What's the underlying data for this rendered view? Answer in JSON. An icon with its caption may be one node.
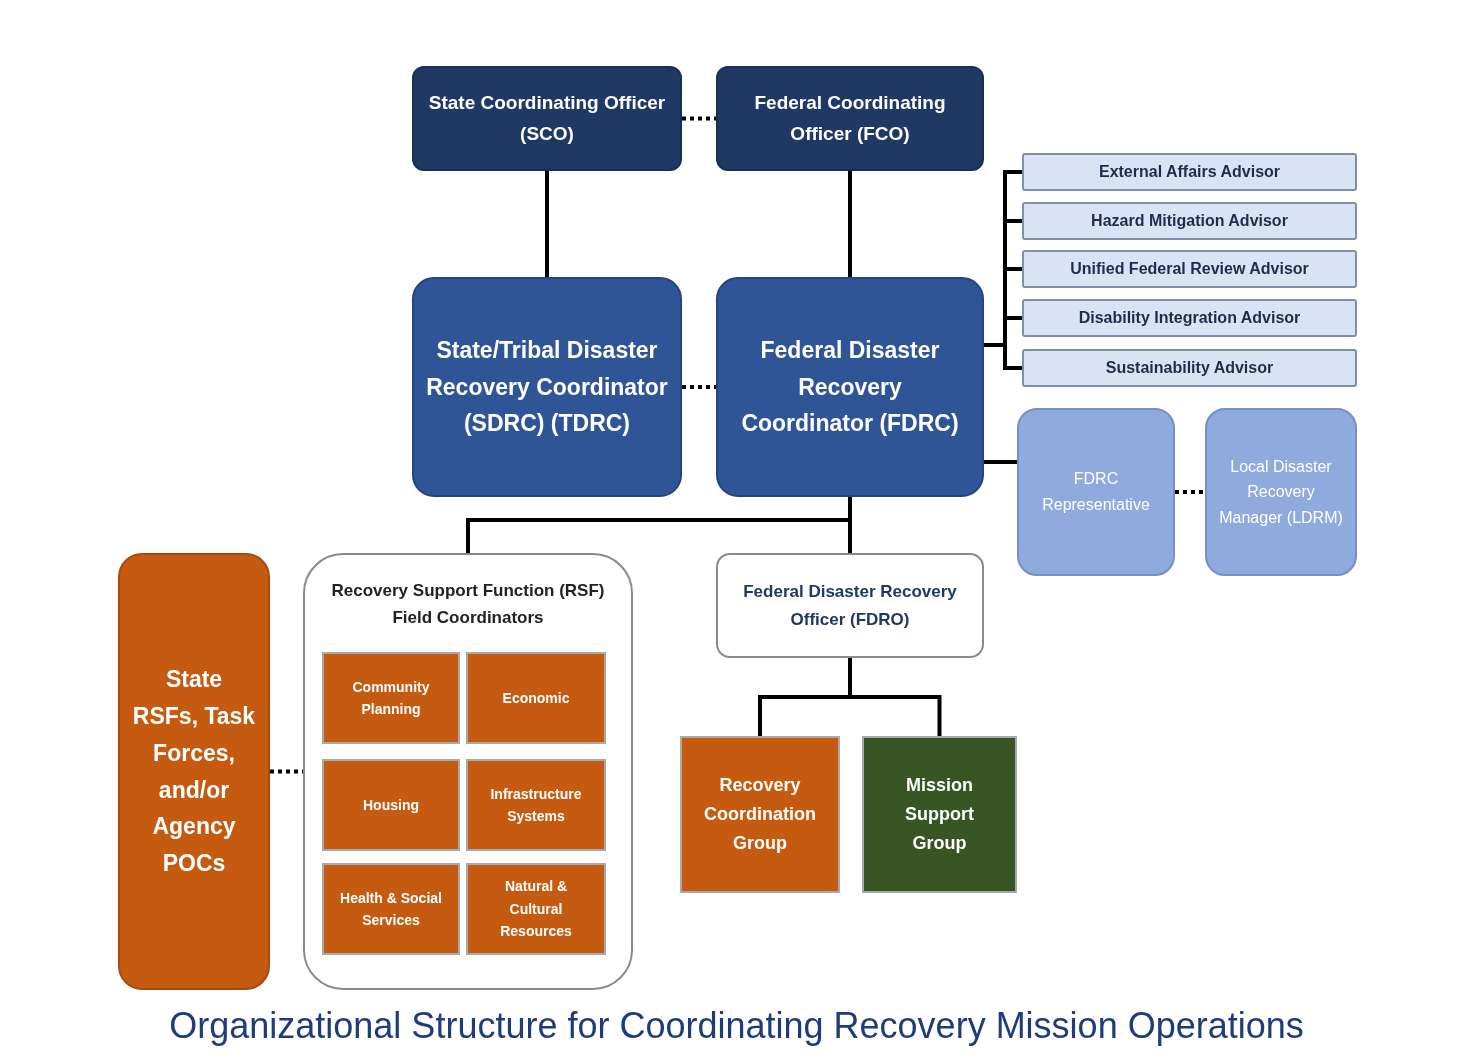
{
  "diagram": {
    "caption": "Organizational Structure for Coordinating Recovery Mission Operations",
    "nodes": [
      {
        "text": [
          "State Coordinating Officer (SCO)"
        ]
      },
      {
        "text": [
          "Federal Coordinating Officer (FCO)"
        ]
      },
      {
        "text": [
          "External Affairs Advisor"
        ]
      },
      {
        "text": [
          "Hazard Mitigation Advisor"
        ]
      },
      {
        "text": [
          "Unified Federal Review Advisor"
        ]
      },
      {
        "text": [
          "Disability Integration Advisor"
        ]
      },
      {
        "text": [
          "Sustainability Advisor"
        ]
      },
      {
        "text": [
          "State/Tribal Disaster Recovery Coordinator (SDRC) (TDRC)"
        ]
      },
      {
        "text": [
          "Federal Disaster Recovery Coordinator (FDRC)"
        ]
      },
      {
        "text": [
          "FDRC Representative"
        ]
      },
      {
        "text": [
          "Local Disaster Recovery Manager (LDRM)"
        ]
      },
      {
        "text": [
          "State RSFs, Task Forces, and/or Agency POCs"
        ]
      },
      {
        "text": [
          "Recovery Support Function (RSF) Field Coordinators"
        ]
      },
      {
        "text": [
          "Community Planning"
        ],
        "in": 12
      },
      {
        "text": [
          "Economic"
        ],
        "in": 12
      },
      {
        "text": [
          "Housing"
        ],
        "in": 12
      },
      {
        "text": [
          "Infrastructure Systems"
        ],
        "in": 12
      },
      {
        "text": [
          "Health & Social Services"
        ],
        "in": 12
      },
      {
        "text": [
          "Natural & Cultural Resources"
        ],
        "in": 12
      },
      {
        "text": [
          "Federal Disaster Recovery Officer (FDRO)"
        ]
      },
      {
        "text": [
          "Recovery Coordination Group"
        ]
      },
      {
        "text": [
          "Mission Support Group"
        ]
      }
    ],
    "edges": [
      {
        "from": 0,
        "to": 1,
        "arrow": "none",
        "style": "dashed"
      },
      {
        "from": 0,
        "to": 7,
        "arrow": "none"
      },
      {
        "from": 1,
        "to": 8,
        "arrow": "none"
      },
      {
        "from": 8,
        "to": 2,
        "arrow": "none"
      },
      {
        "from": 8,
        "to": 3,
        "arrow": "none"
      },
      {
        "from": 8,
        "to": 4,
        "arrow": "none"
      },
      {
        "from": 8,
        "to": 5,
        "arrow": "none"
      },
      {
        "from": 8,
        "to": 6,
        "arrow": "none"
      },
      {
        "from": 7,
        "to": 8,
        "arrow": "none",
        "style": "dashed"
      },
      {
        "from": 8,
        "to": 9,
        "arrow": "none"
      },
      {
        "from": 9,
        "to": 10,
        "arrow": "none",
        "style": "dashed"
      },
      {
        "from": 8,
        "to": 12,
        "arrow": "none"
      },
      {
        "from": 8,
        "to": 19,
        "arrow": "none"
      },
      {
        "from": 19,
        "to": 20,
        "arrow": "none"
      },
      {
        "from": 19,
        "to": 21,
        "arrow": "none"
      },
      {
        "from": 11,
        "to": 12,
        "arrow": "none",
        "style": "dashed"
      }
    ]
  }
}
